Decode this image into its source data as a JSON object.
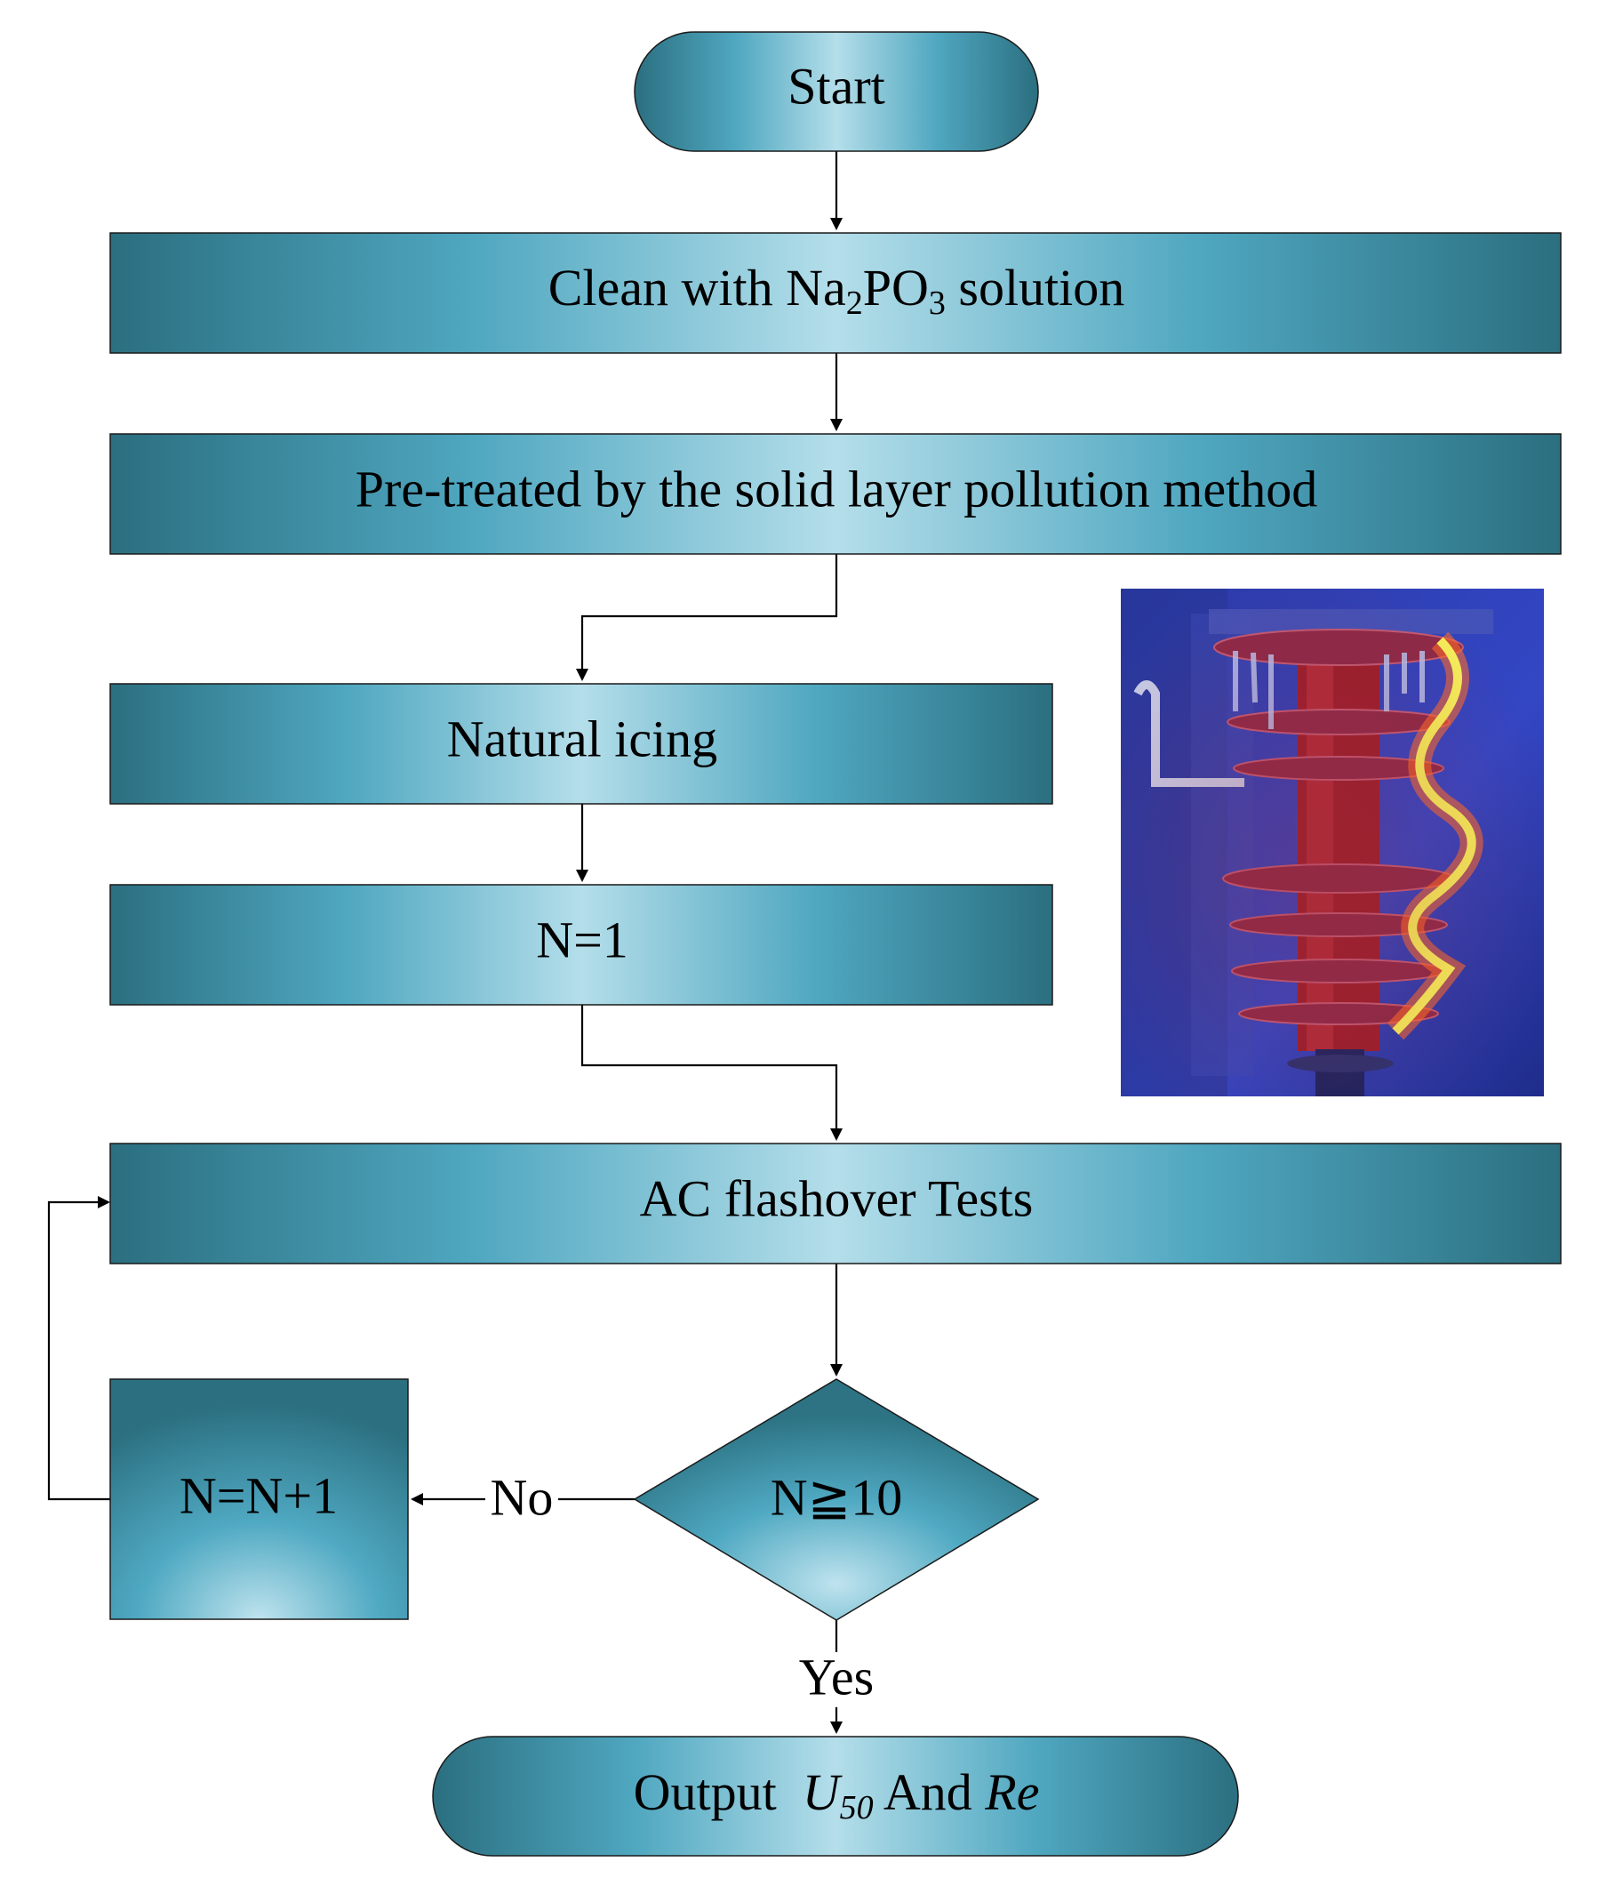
{
  "diagram": {
    "nodes": {
      "start": {
        "label": "Start"
      },
      "clean": {
        "label_prefix": "Clean with Na",
        "sub1": "2",
        "label_mid": "PO",
        "sub2": "3",
        "label_suffix": " solution"
      },
      "pretreat": {
        "label": "Pre-treated by the solid layer pollution method"
      },
      "icing": {
        "label": "Natural icing"
      },
      "init": {
        "label": "N=1"
      },
      "test": {
        "label": "AC flashover Tests"
      },
      "decision": {
        "label": "N≧10"
      },
      "increment": {
        "label": "N=N+1"
      },
      "output": {
        "label_prefix": "Output  ",
        "var1": "U",
        "var1_sub": "50",
        "label_mid": " And ",
        "var2": "Re"
      }
    },
    "edges": {
      "no_label": "No",
      "yes_label": "Yes"
    },
    "photo": {
      "description_icon": "insulator-flashover-photo"
    }
  },
  "colors": {
    "box_dark": "#2a6e7e",
    "box_mid": "#4fa9c2",
    "box_light": "#b9e0ec",
    "stroke": "#1a1a1a",
    "photo_bg": "#2f3fb8"
  }
}
